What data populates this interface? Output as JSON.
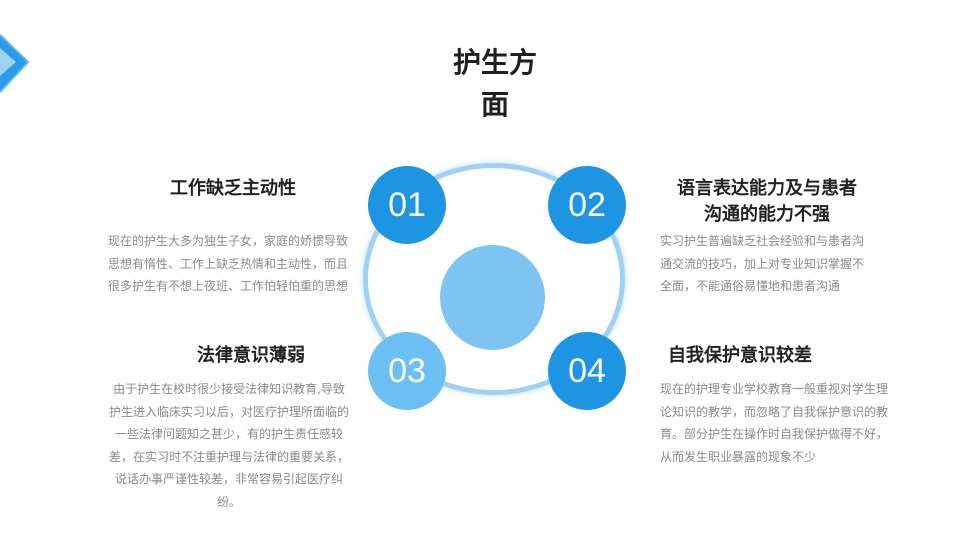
{
  "title": "护生方面",
  "items": [
    {
      "number": "01",
      "heading": "工作缺乏主动性",
      "text": "现在的护生大多为独生子女，家庭的娇惯导致思想有惰性、工作上缺乏热情和主动性，而且很多护生有不想上夜班、工作怕轻怕重的思想"
    },
    {
      "number": "02",
      "heading": "语言表达能力及与患者沟通的能力不强",
      "text": "实习护生普遍缺乏社会经验和与患者沟通交流的技巧，加上对专业知识掌握不全面，不能通俗易懂地和患者沟通"
    },
    {
      "number": "03",
      "heading": "法律意识薄弱",
      "text": "由于护生在校时很少接受法律知识教育,导致护生进入临床实习以后，对医疗护理所面临的一些法律问题知之甚少，有的护生责任感较差，在实习时不注重护理与法律的重要关系，说话办事严谨性较差，非常容易引起医疗纠纷。"
    },
    {
      "number": "04",
      "heading": "自我保护意识较差",
      "text": "现在的护理专业学校教育一般重视对学生理论知识的教学，而忽略了自我保护意识的教育。部分护生在操作时自我保护做得不好，从而发生职业暴露的现象不少"
    }
  ],
  "colors": {
    "primary": "#1e95e2",
    "light": "#6cbff2",
    "center": "#7dc4f3",
    "ring": "#9fd0f5"
  }
}
